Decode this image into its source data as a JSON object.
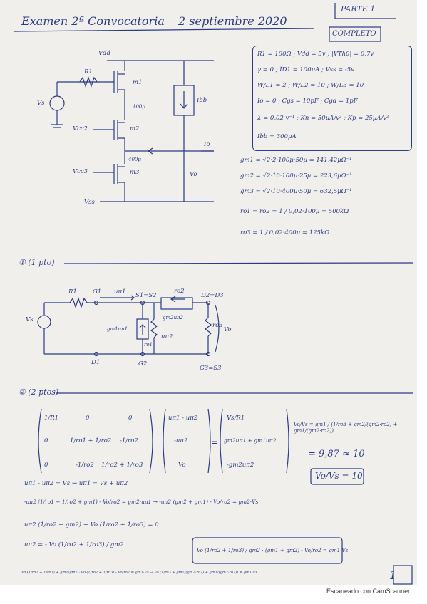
{
  "header": {
    "title": "Examen 2ª Convocatoria",
    "date": "2 septiembre 2020",
    "part": "PARTE 1",
    "status": "COMPLETO"
  },
  "circuit1": {
    "vdd": "Vdd",
    "r1": "R1",
    "vs": "Vs",
    "vcc2": "Vcc2",
    "vcc3": "Vcc3",
    "vss": "Vss",
    "m1": "m1",
    "m2": "m2",
    "m3": "m3",
    "ibb": "Ibb",
    "io": "Io",
    "vo": "Vo",
    "w1": "100µ",
    "w3": "400µ"
  },
  "params": [
    "R1 = 100Ω ; Vdd = 5v ; |VTh0| = 0,7v",
    "γ = 0 ; ĪD1 = 100µA ; Vss = -5v",
    "W/L1 = 2 ; W/L2 = 10 ; W/L3 = 10",
    "Io = 0 ; Cgs = 10pF ; Cgd = 1pF",
    "λ = 0,02 v⁻¹ ; Kn = 50µA/v² ; Kp = 25µA/v²",
    "Ibb = 300µA"
  ],
  "gm": [
    "gm1 = √2·2·100µ·50µ = 141,42µΩ⁻¹",
    "gm2 = √2·10·100µ·25µ = 223,6µΩ⁻¹",
    "gm3 = √2·10·400µ·50µ = 632,5µΩ⁻¹",
    "ro1 = ro2 = 1 / 0,02·100µ = 500kΩ",
    "ro3 = 1 / 0,02·400µ = 125kΩ"
  ],
  "section1": "① (1 pto)",
  "circuit2": {
    "r1": "R1",
    "g1": "G1",
    "u1": "uπ1",
    "s1": "S1=S2",
    "ro2": "ro2",
    "d2": "D2=D3",
    "gm2u2": "gm2uπ2",
    "gm1u1": "gm1uπ1",
    "ro1": "ro1",
    "u2": "uπ2",
    "ro3": "ro3",
    "vo": "Vo",
    "vs": "Vs",
    "d1": "D1",
    "g2": "G2",
    "g3": "G3=S3"
  },
  "section2": "② (2 ptos)",
  "matrix": {
    "m": [
      [
        "1/R1",
        "0",
        "0"
      ],
      [
        "0",
        "1/ro1 + 1/ro2",
        "-1/ro2"
      ],
      [
        "0",
        "-1/ro2",
        "1/ro2 + 1/ro3"
      ]
    ],
    "vars": [
      "uπ1 - uπ2",
      "-uπ2",
      "Vo"
    ],
    "rhs": [
      "Vs/R1",
      "gm2uπ1 + gm1uπ2",
      "-gm2uπ2"
    ]
  },
  "result": {
    "formula": "Vo/Vs = gm1 / (1/ro3 + gm2/(gm2·ro2) + gm1/(gm2·ro2))",
    "approx": "= 9,87 ≈ 10",
    "final": "Vo/Vs = 10"
  },
  "derivation": [
    "uπ1 - uπ2 = Vs → uπ1 = Vs + uπ2",
    "-uπ2 (1/ro1 + 1/ro2 + gm1) - Vo/ro2 = gm2·uπ1 → -uπ2 (gm2 + gm1) - Vo/ro2 = gm2·Vs",
    "uπ2 (1/ro2 + gm2) + Vo (1/ro2 + 1/ro3) = 0",
    "uπ2 = - Vo (1/ro2 + 1/ro3) / gm2",
    "Vo (1/ro2 + 1/ro3) / gm2 · (gm1 + gm2) - Vo/ro2 = gm1·Vs",
    "Vo (1/ro2 + 1/ro3) + gm1/gm2 · Vo (1/ro2 + 1/ro3) - Vo/ro2 = gm1·Vs → Vo (1/ro3 + gm1/(gm2·ro2) + gm1/(gm2·ro2)) = gm1·Vs"
  ],
  "page_number": "1",
  "footer": "Escaneado con CamScanner"
}
